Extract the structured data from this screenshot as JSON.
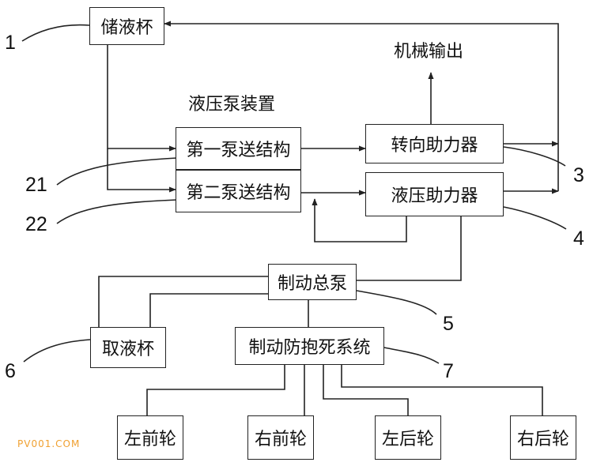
{
  "colors": {
    "line": "#222222",
    "watermark": "#f0a030"
  },
  "title_group": "液压泵装置",
  "output_label": "机械输出",
  "boxes": {
    "reservoir_cup": "储液杯",
    "first_pump": "第一泵送结构",
    "second_pump": "第二泵送结构",
    "steering_booster": "转向助力器",
    "hydraulic_booster": "液压助力器",
    "brake_master": "制动总泵",
    "fluid_cup": "取液杯",
    "abs": "制动防抱死系统",
    "front_left": "左前轮",
    "front_right": "右前轮",
    "rear_left": "左后轮",
    "rear_right": "右后轮"
  },
  "ref_numbers": {
    "n1": "1",
    "n21": "21",
    "n22": "22",
    "n3": "3",
    "n4": "4",
    "n5": "5",
    "n6": "6",
    "n7": "7"
  },
  "watermark": "PV001.COM"
}
